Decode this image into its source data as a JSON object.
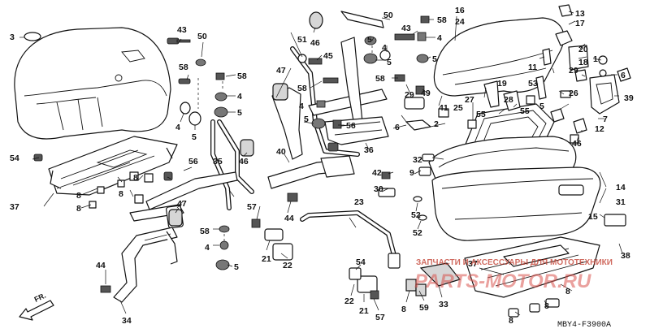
{
  "diagram_code": "MBY4-F3900A",
  "direction_label": "FR.",
  "watermark": {
    "top_text": "ЗАПЧАСТИ И АКСЕССУАРЫ ДЛЯ МОТОТЕХНИКИ",
    "brand_text": "PARTS-MOTOR.RU"
  },
  "labels": {
    "l1": "1",
    "l2": "2",
    "l3": "3",
    "l4a": "4",
    "l4b": "4",
    "l4c": "4",
    "l4d": "4",
    "l4e": "4",
    "l4f": "4",
    "l5a": "5",
    "l5b": "5",
    "l5c": "5",
    "l5d": "5",
    "l5e": "5",
    "l5f": "5",
    "l6a": "6",
    "l6b": "6",
    "l7": "7",
    "l8a": "8",
    "l8b": "8",
    "l8c": "8",
    "l8d": "8",
    "l9": "9",
    "l11": "11",
    "l12": "12",
    "l13": "13",
    "l14": "14",
    "l15": "15",
    "l16": "16",
    "l17": "17",
    "l18": "18",
    "l19": "19",
    "l20": "20",
    "l21a": "21",
    "l21b": "21",
    "l22a": "22",
    "l22b": "22",
    "l23": "23",
    "l24": "24",
    "l25": "25",
    "l26": "26",
    "l27": "27",
    "l28": "28",
    "l29a": "29",
    "l29b": "29",
    "l30": "30",
    "l31": "31",
    "l32": "32",
    "l33": "33",
    "l34": "34",
    "l35": "35",
    "l36": "36",
    "l37": "37",
    "l38": "38",
    "l39": "39",
    "l40": "40",
    "l41": "41",
    "l42": "42",
    "l43a": "43",
    "l43b": "43",
    "l44a": "44",
    "l44b": "44",
    "l45": "45",
    "l46a": "46",
    "l46b": "46",
    "l47a": "47",
    "l47b": "47",
    "l49": "49",
    "l50a": "50",
    "l50b": "50",
    "l51": "51",
    "l52a": "52",
    "l52b": "52",
    "l53": "53",
    "l54a": "54",
    "l54b": "54",
    "l55": "55",
    "l56a": "56",
    "l56b": "56",
    "l57a": "57",
    "l57b": "57",
    "l58a": "58",
    "l58b": "58",
    "l58c": "58",
    "l58d": "58",
    "l58e": "58",
    "l58f": "58",
    "l59": "59"
  }
}
